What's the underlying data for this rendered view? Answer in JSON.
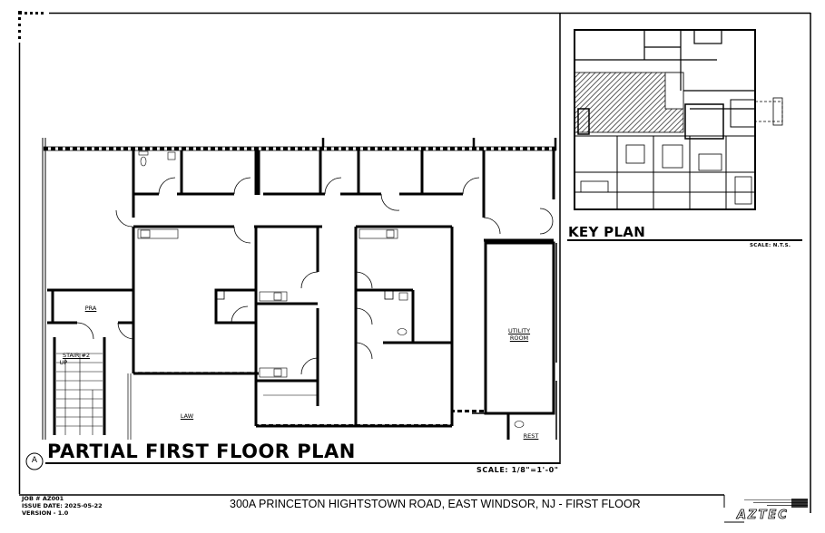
{
  "sheet": {
    "main_plan": {
      "marker": "A",
      "title": "PARTIAL FIRST FLOOR PLAN",
      "scale": "SCALE:   1/8\"=1'-0\"",
      "rooms": [
        {
          "id": "pra",
          "label": "PRA"
        },
        {
          "id": "stair",
          "label": "STAIR #2",
          "sub": "UP"
        },
        {
          "id": "law",
          "label": "LAW"
        },
        {
          "id": "utility",
          "label": "UTILITY",
          "label2": "ROOM"
        },
        {
          "id": "rest",
          "label": "REST"
        }
      ]
    },
    "key_plan": {
      "title": "KEY PLAN",
      "scale": "SCALE:  N.T.S."
    },
    "title_block": {
      "job": "JOB # AZ001",
      "issue_date": "ISSUE DATE: 2025-05-22",
      "version": "VERSION - 1.0",
      "address": "300A PRINCETON HIGHTSTOWN ROAD, EAST WINDSOR, NJ - FIRST FLOOR",
      "logo": "AZTEC"
    },
    "colors": {
      "line": "#000000",
      "background": "#ffffff",
      "hatch": "#333333"
    }
  }
}
